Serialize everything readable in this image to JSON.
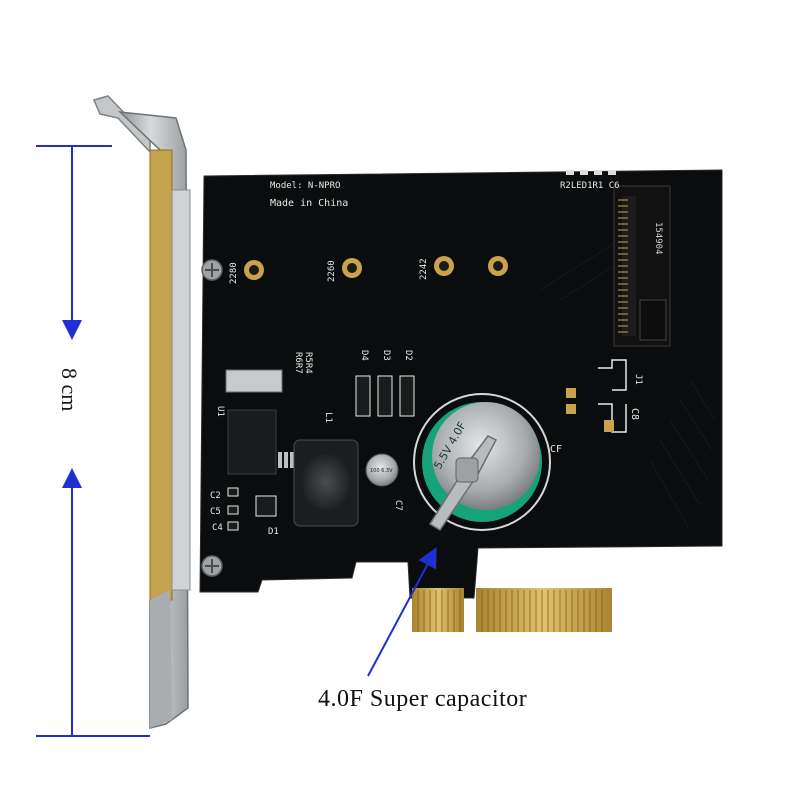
{
  "annotations": {
    "height_label": "8 cm",
    "capacitor_caption": "4.0F Super capacitor"
  },
  "pcb": {
    "model_text": "Model: N-NPRO",
    "origin_text": "Made in China",
    "mount_2280": "2280",
    "mount_2260": "2260",
    "mount_2242": "2242",
    "ref_u1": "U1",
    "ref_l1": "L1",
    "ref_d1": "D1",
    "ref_d2": "D2",
    "ref_d3": "D3",
    "ref_d4": "D4",
    "ref_c2": "C2",
    "ref_c5": "C5",
    "ref_c4": "C4",
    "ref_c7": "C7",
    "ref_c8": "C8",
    "ref_cf": "CF",
    "ref_j1": "J1",
    "ref_top_right": "R2LED1R1 C6",
    "ref_r_left": "R6R7",
    "ref_r_left2": "R5R4",
    "connector_code": "154904",
    "cap_marking": "5.5V 4.0F",
    "small_cap_marking": "100 6.3V"
  },
  "colors": {
    "pcb": "#0b0c0d",
    "silkscreen": "#e8e8e8",
    "gold": "#c9a24a",
    "bracket": "#b9bcbe",
    "arrow": "#1f2fd0",
    "capacitor_ring": "#16a37a"
  }
}
